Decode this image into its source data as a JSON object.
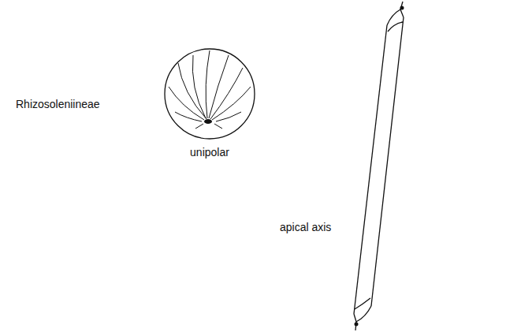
{
  "diagram": {
    "labels": [
      "Rhizosoleniineae",
      "unipolar",
      "apical axis"
    ]
  }
}
